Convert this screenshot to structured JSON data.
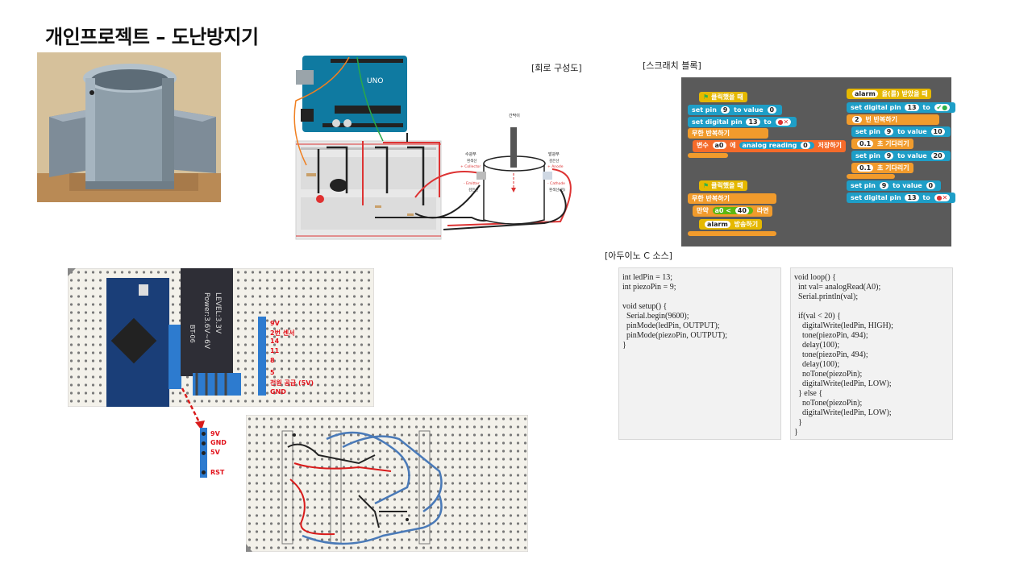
{
  "title": "개인프로젝트 – 도난방지기",
  "labels": {
    "circuit": "[회로 구성도]",
    "scratch": "[스크래치 블록]",
    "arduino": "[아두이노 C 소스]"
  },
  "circuit": {
    "arduino_label": "UNO",
    "sensor_top": "간막이",
    "receiver_title": "수광부",
    "receiver_wire": "흰색선",
    "receiver_collector": "+ Collector",
    "receiver_emitter": "- Emitter",
    "receiver_ground": "검은선",
    "emitter_title": "발광부",
    "emitter_wire": "검은선",
    "emitter_anode": "+ Anode",
    "emitter_cathode": "- Cathode",
    "emitter_wire2": "흰색선(검)"
  },
  "scratch": {
    "script1": [
      "클릭했을 때",
      "set pin",
      "9",
      "to value",
      "0",
      "set digital pin",
      "13",
      "to",
      "무한 반복하기",
      "변수",
      "a0",
      "에",
      "analog reading",
      "0",
      "저장하기"
    ],
    "script2": [
      "클릭했을 때",
      "무한 반복하기",
      "만약",
      "a0",
      "<",
      "40",
      "라면",
      "alarm",
      "방송하기"
    ],
    "script3": [
      "alarm",
      "을(를) 받았을 때",
      "set digital pin",
      "13",
      "to",
      "2",
      "번 반복하기",
      "set pin",
      "9",
      "to value",
      "10",
      "0.1",
      "초 기다리기",
      "set pin",
      "9",
      "to value",
      "20",
      "0.1",
      "초 기다리기",
      "set pin",
      "9",
      "to value",
      "0",
      "set digital pin",
      "13",
      "to"
    ]
  },
  "code": {
    "left": "int ledPin = 13;\nint piezoPin = 9;\n\nvoid setup() {\n  Serial.begin(9600);\n  pinMode(ledPin, OUTPUT);\n  pinMode(piezoPin, OUTPUT);\n}",
    "right": "void loop() {\n  int val= analogRead(A0);\n  Serial.println(val);\n\n  if(val < 20) {\n    digitalWrite(ledPin, HIGH);\n    tone(piezoPin, 494);\n    delay(100);\n    tone(piezoPin, 494);\n    delay(100);\n    noTone(piezoPin);\n    digitalWrite(ledPin, LOW);\n  } else {\n    noTone(piezoPin);\n    digitalWrite(ledPin, LOW);\n  }\n}"
  },
  "board": {
    "pins": [
      "9V",
      "2번 센서",
      "14",
      "11",
      "8",
      "5",
      "전원 공급 (5V)",
      "GND"
    ],
    "strip": [
      "9V",
      "GND",
      "5V",
      "RST"
    ],
    "bt_module": "Power:3.6V~6V",
    "bt_level": "LEVEL:3.3V",
    "bt_name": "BT-06"
  }
}
